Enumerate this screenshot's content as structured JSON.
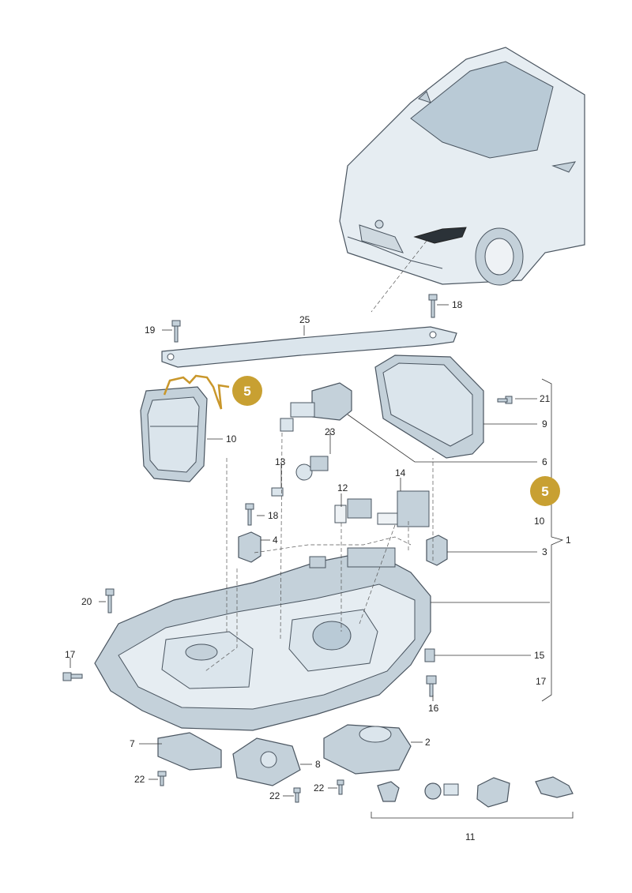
{
  "labels": {
    "l1": "1",
    "l2": "2",
    "l3": "3",
    "l4": "4",
    "l6": "6",
    "l7": "7",
    "l8": "8",
    "l9": "9",
    "l10a": "10",
    "l10b": "10",
    "l11": "11",
    "l12": "12",
    "l13": "13",
    "l14": "14",
    "l15": "15",
    "l16": "16",
    "l17a": "17",
    "l17b": "17",
    "l18a": "18",
    "l18b": "18",
    "l19": "19",
    "l20": "20",
    "l21": "21",
    "l22a": "22",
    "l22b": "22",
    "l22c": "22",
    "l23": "23",
    "l25": "25"
  },
  "badges": {
    "top": "5",
    "right": "5"
  },
  "colors": {
    "badge": "#c8a032",
    "part_fill": "#dbe5ec",
    "part_dark": "#9eb0bd",
    "highlight": "#c9972b"
  }
}
